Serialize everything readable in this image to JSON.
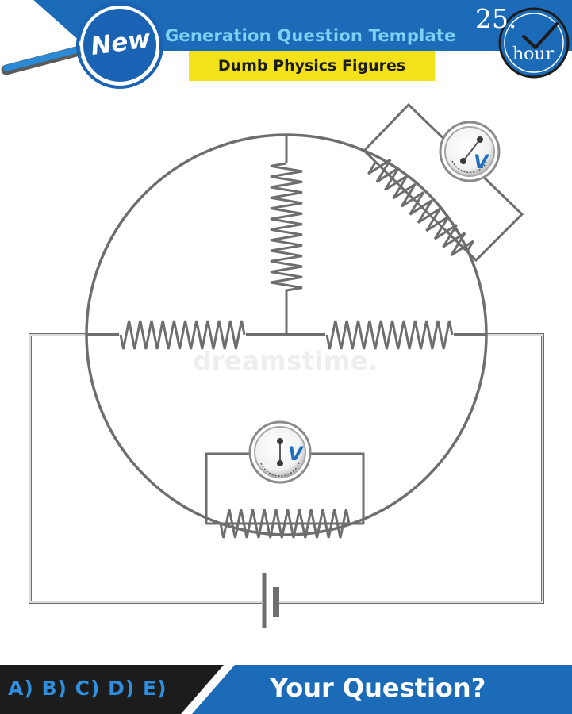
{
  "header": {
    "badge_text": "New",
    "title": "Generation Question Template",
    "subtitle": "Dumb Physics Figures",
    "clock_number": "25.",
    "clock_unit": "hour",
    "colors": {
      "banner_blue": "#1b6bb8",
      "badge_blue": "#1a62b3",
      "title_text": "#7fd0f5",
      "subtitle_bg": "#f3e21a"
    }
  },
  "circuit": {
    "watermark": "dreamstime.",
    "voltmeter_top_label": "V",
    "voltmeter_bottom_label": "V",
    "wire_color": "#6e6e6e",
    "icons": [
      "magnifier-icon",
      "clock-icon",
      "voltmeter-icon",
      "resistor-icon",
      "battery-icon"
    ]
  },
  "footer": {
    "options": "A) B) C) D) E)",
    "question": "Your Question?",
    "colors": {
      "left_bg": "#1c1c1c",
      "right_bg": "#1b6bb8",
      "options_text": "#2f8fde"
    }
  }
}
